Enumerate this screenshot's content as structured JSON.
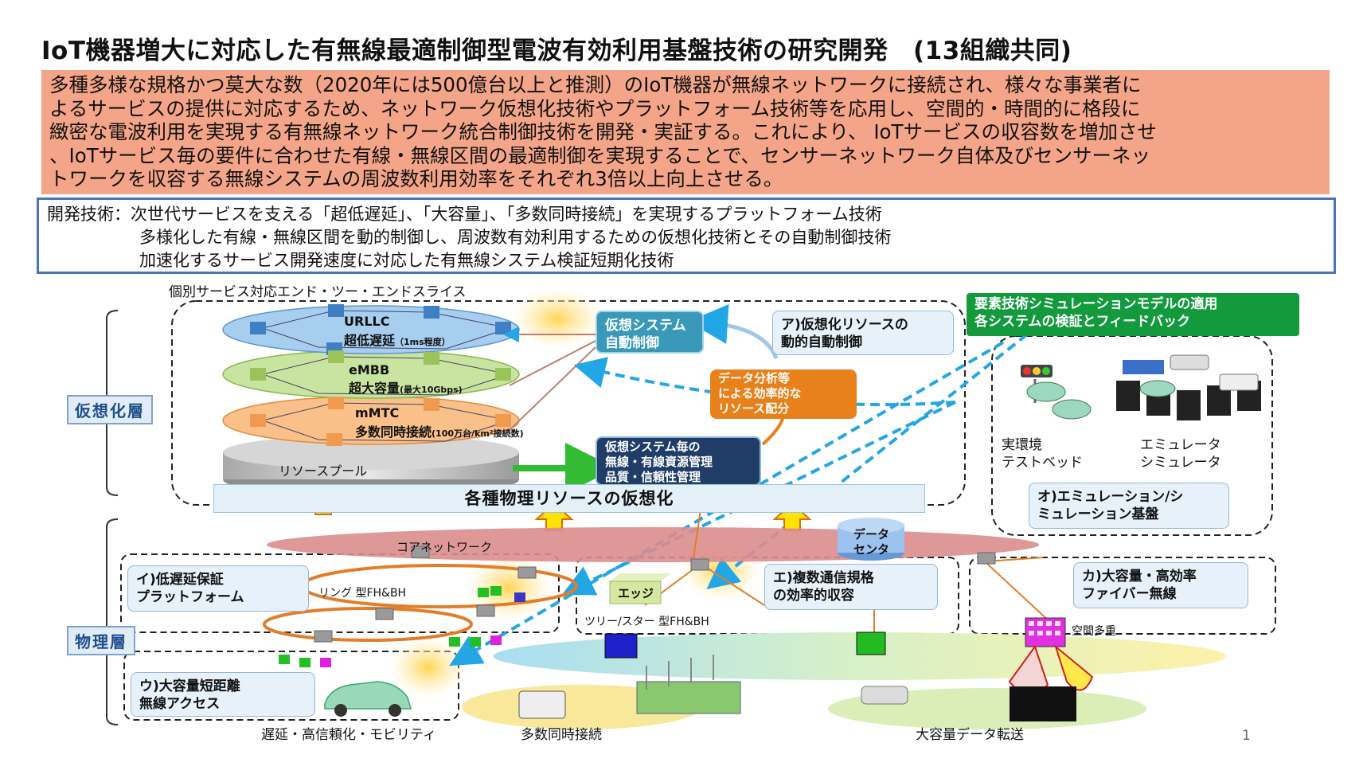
{
  "title": "IoT機器増大に対応した有無線最適制御型電波有効利用基盤技術の研究開発　(13組織共同)",
  "summary_lines": [
    "多種多様な規格かつ莫大な数（2020年には500億台以上と推測）のIoT機器が無線ネットワークに接続され、様々な事業者に",
    "よるサービスの提供に対応するため、ネットワーク仮想化技術やプラットフォーム技術等を応用し、空間的・時間的に格段に",
    "緻密な電波利用を実現する有無線ネットワーク統合制御技術を開発・実証する。これにより、 IoTサービスの収容数を増加させ",
    "、IoTサービス毎の要件に合わせた有線・無線区間の最適制御を実現することで、センサーネットワーク自体及びセンサーネッ",
    "トワークを収容する無線システムの周波数利用効率をそれぞれ3倍以上向上させる。"
  ],
  "tech": {
    "prefix": "開発技術：",
    "items": [
      "次世代サービスを支える「超低遅延」、「大容量」、「多数同時接続」を実現するプラットフォーム技術",
      "多様化した有線・無線区間を動的制御し、周波数有効利用するための仮想化技術とその自動制御技術",
      "加速化するサービス開発速度に対応した有無線システム検証短期化技術"
    ]
  },
  "diagram": {
    "slice_label": "個別サービス対応エンド・ツー・エンドスライス",
    "virtual_layer": "仮想化層",
    "physical_layer": "物理層",
    "urllc": "URLLC",
    "urllc_sub": "超低遅延",
    "urllc_note": "（1ms程度）",
    "embb": "eMBB",
    "embb_sub": "超大容量",
    "embb_note": "(最大10Gbps)",
    "mmtc": "mMTC",
    "mmtc_sub": "多数同時接続",
    "mmtc_note": "(100万台/km²接続数)",
    "resource_pool": "リソースプール",
    "virtual_control": [
      "仮想システム",
      "自動制御"
    ],
    "data_analysis": [
      "データ分析等",
      "による効率的な",
      "リソース配分"
    ],
    "per_system": [
      "仮想システム毎の",
      "無線・有線資源管理",
      "品質・信頼性管理"
    ],
    "box_a": [
      "ア)仮想化リソースの",
      "動的自動制御"
    ],
    "virtualization": "各種物理リソースの仮想化",
    "sim_banner": [
      "要素技術シミュレーションモデルの適用",
      "各システムの検証とフィードバック"
    ],
    "real_env": [
      "実環境",
      "テストベッド"
    ],
    "emulator": [
      "エミュレータ",
      "シミュレータ"
    ],
    "box_o": [
      "オ)エミュレーション/シ",
      "ミュレーション基盤"
    ],
    "core_network": "コアネットワーク",
    "datacenter": [
      "データ",
      "センタ"
    ],
    "box_i": [
      "イ)低遅延保証",
      "プラットフォーム"
    ],
    "ring": "リング 型FH&BH",
    "edge": "エッジ",
    "tree": "ツリー/スター 型FH&BH",
    "box_e": [
      "エ)複数通信規格",
      "の効率的収容"
    ],
    "box_ka": [
      "カ)大容量・高効率",
      "ファイバー無線"
    ],
    "space_mux": "空間多重",
    "box_u": [
      "ウ)大容量短距離",
      "無線アクセス"
    ],
    "bottom_left": "遅延・高信頼化・モビリティ",
    "bottom_mid": "多数同時接続",
    "bottom_right": "大容量データ転送",
    "page_number": "1"
  },
  "colors": {
    "summary_bg": "#f4a589",
    "tech_border": "#4a74b6",
    "teal_box": "#3a99b8",
    "navy_box": "#1f3d66",
    "orange_box": "#e8801c",
    "green_banner": "#129a3c"
  }
}
